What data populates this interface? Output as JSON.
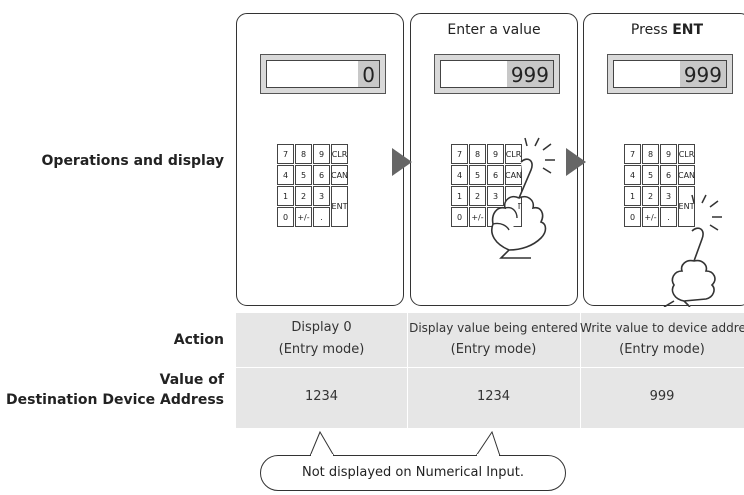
{
  "rows": {
    "operations": "Operations and display",
    "action": "Action",
    "value_line1": "Value of",
    "value_line2": "Destination Device Address"
  },
  "panels": [
    {
      "caption": "",
      "display": "0",
      "keys": [
        "7",
        "8",
        "9",
        "CLR",
        "4",
        "5",
        "6",
        "CAN",
        "1",
        "2",
        "3",
        "ENT",
        "0",
        "+/-",
        "."
      ]
    },
    {
      "caption": "Enter a value",
      "display": "999",
      "keys": [
        "7",
        "8",
        "9",
        "CLR",
        "4",
        "5",
        "6",
        "CAN",
        "1",
        "2",
        "3",
        "ENT",
        "0",
        "+/-",
        "."
      ]
    },
    {
      "caption_prefix": "Press ",
      "caption_bold": "ENT",
      "display": "999",
      "keys": [
        "7",
        "8",
        "9",
        "CLR",
        "4",
        "5",
        "6",
        "CAN",
        "1",
        "2",
        "3",
        "ENT",
        "0",
        "+/-",
        "."
      ]
    }
  ],
  "actions": [
    {
      "line1": "Display 0",
      "line2": "(Entry mode)"
    },
    {
      "line1": "Display value being entered",
      "line2": "(Entry mode)"
    },
    {
      "line1": "Write value to device address",
      "line2": "(Entry mode)"
    }
  ],
  "values": [
    "1234",
    "1234",
    "999"
  ],
  "note": "Not displayed on Numerical Input.",
  "colors": {
    "grey_row": "#e6e6e6",
    "arrow": "#666666",
    "display_highlight": "#c8c8c8"
  }
}
